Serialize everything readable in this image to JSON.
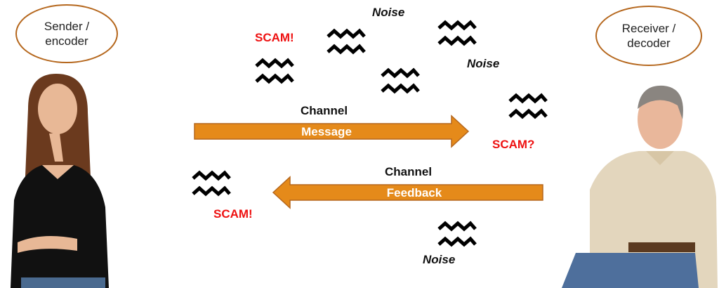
{
  "sender": {
    "label_line1": "Sender /",
    "label_line2": "encoder"
  },
  "receiver": {
    "label_line1": "Receiver /",
    "label_line2": "decoder"
  },
  "noise_labels": [
    "Noise",
    "Noise",
    "Noise"
  ],
  "scam_labels": [
    "SCAM!",
    "SCAM?",
    "SCAM!"
  ],
  "message_channel": {
    "channel_label": "Channel",
    "arrow_label": "Message",
    "direction": "right"
  },
  "feedback_channel": {
    "channel_label": "Channel",
    "arrow_label": "Feedback",
    "direction": "left"
  },
  "colors": {
    "arrow_fill": "#e58a1a",
    "arrow_stroke": "#b5671d",
    "oval_border": "#b5671d",
    "scam_text": "#ee1111"
  }
}
